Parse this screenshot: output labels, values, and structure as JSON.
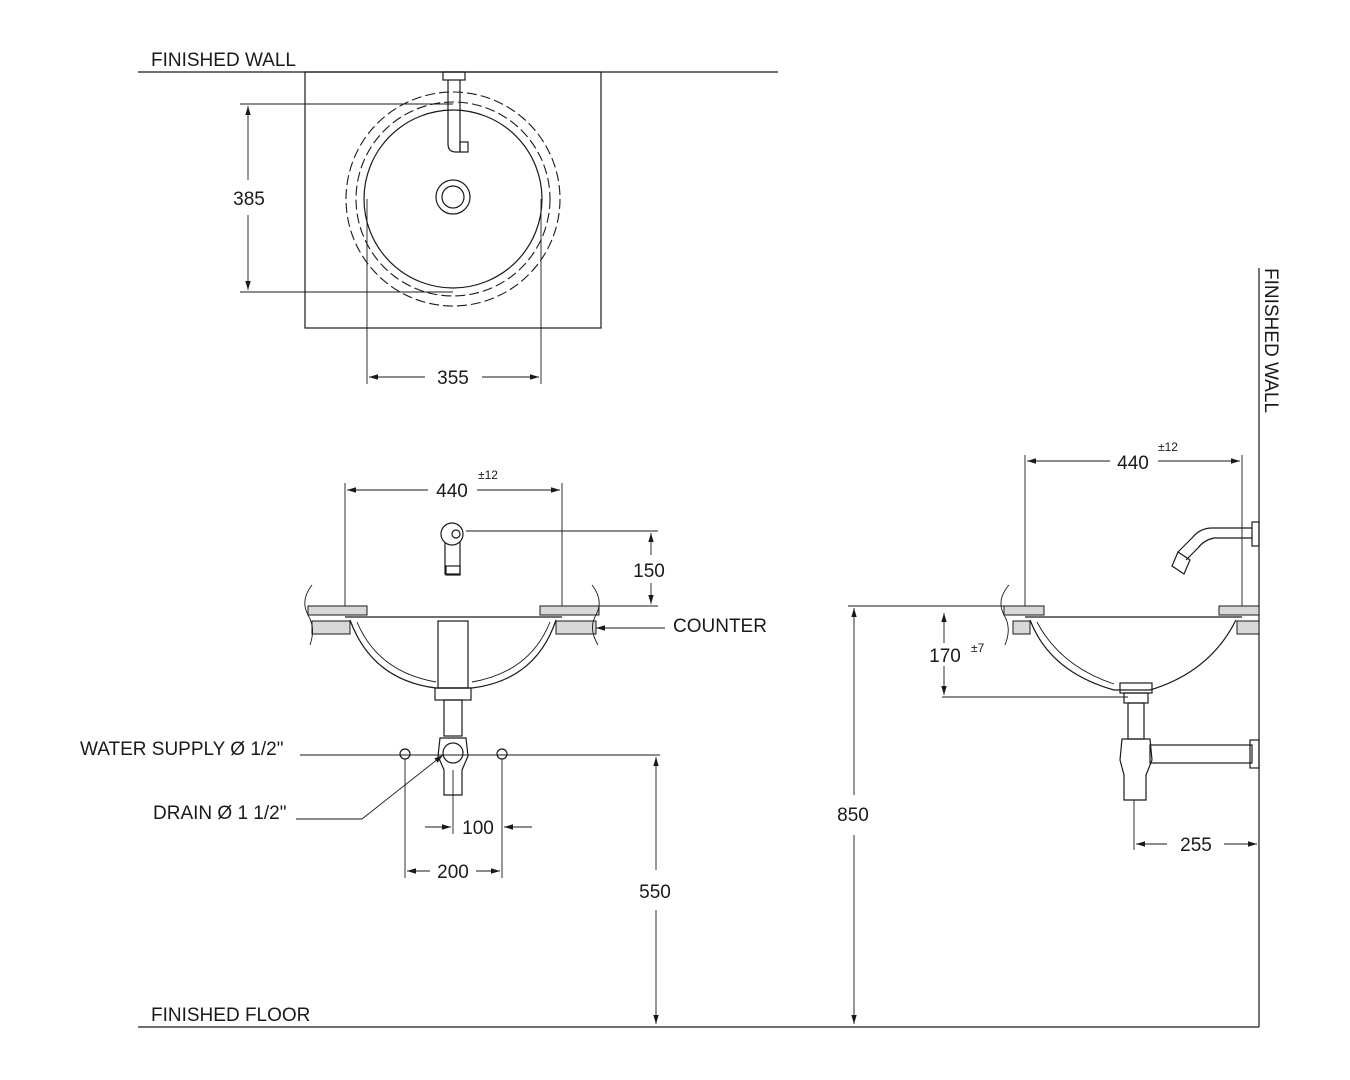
{
  "labels": {
    "finished_wall_top": "FINISHED WALL",
    "finished_wall_side": "FINISHED WALL",
    "finished_floor": "FINISHED FLOOR",
    "counter": "COUNTER",
    "water_supply": "WATER SUPPLY Ø 1/2\"",
    "drain": "DRAIN Ø 1 1/2\""
  },
  "dimensions": {
    "plan_depth": "385",
    "plan_width": "355",
    "front_counter_width": "440",
    "front_counter_tol": "±12",
    "spout_height": "150",
    "drain_offset": "100",
    "supply_spacing": "200",
    "supply_height": "550",
    "side_counter_depth": "440",
    "side_counter_tol": "±12",
    "bowl_depth": "170",
    "bowl_depth_tol": "±7",
    "counter_height": "850",
    "trap_offset": "255"
  }
}
